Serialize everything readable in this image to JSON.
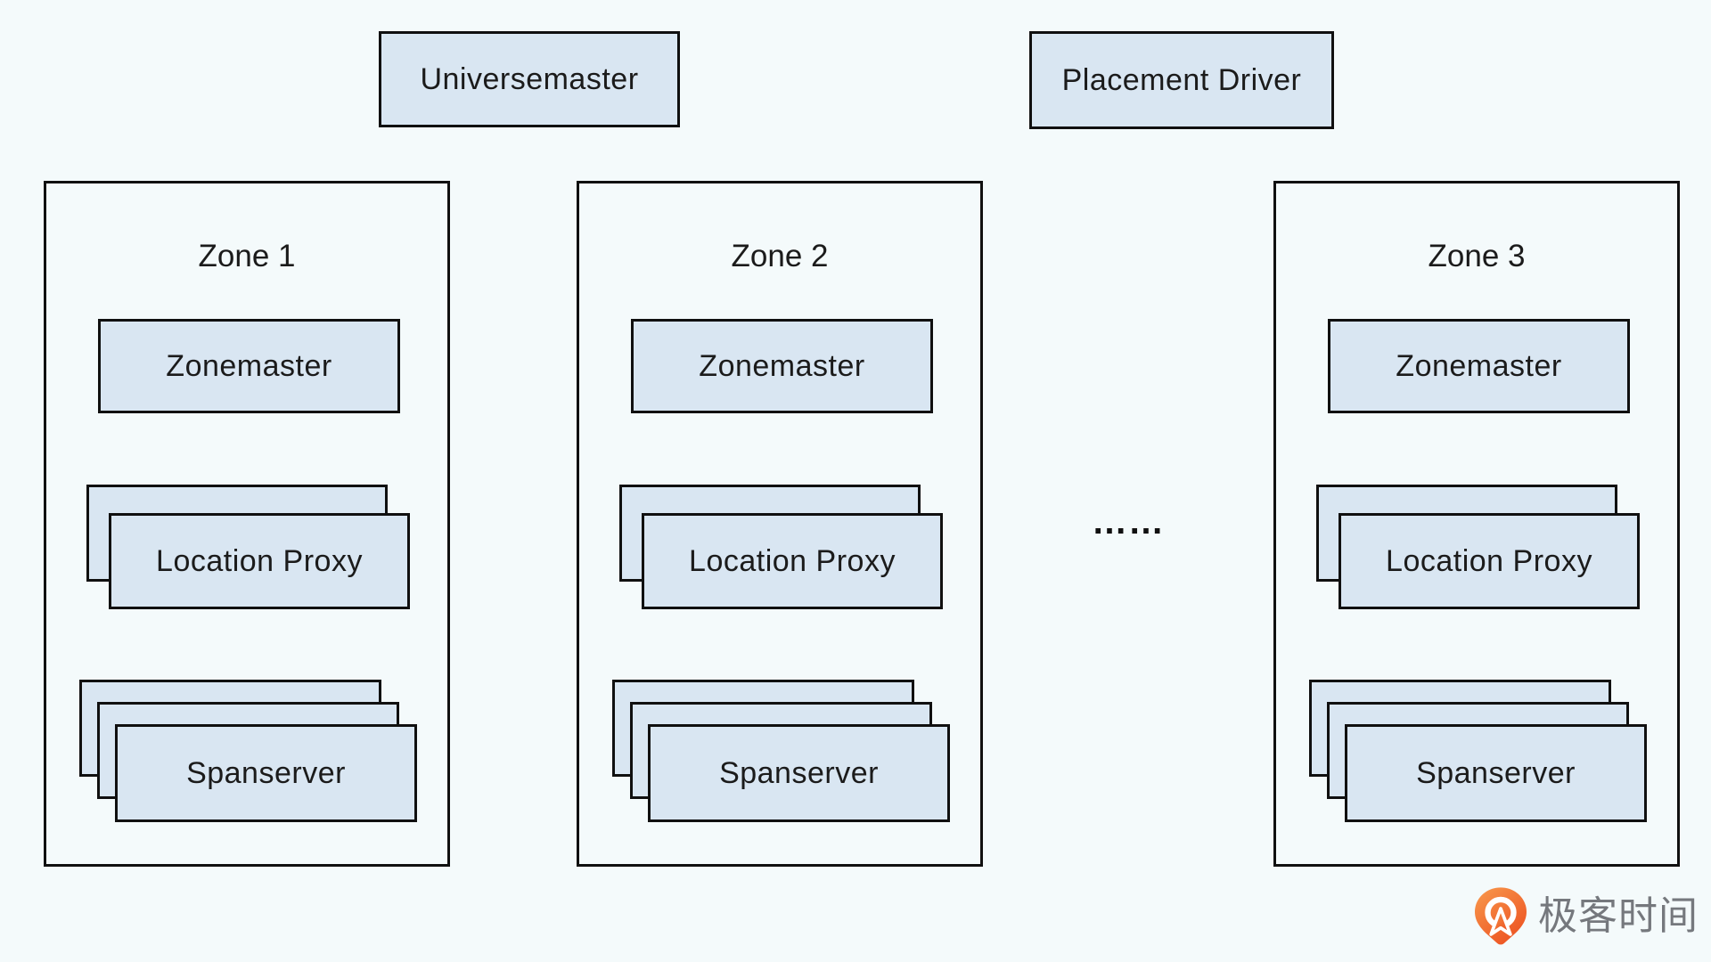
{
  "canvas": {
    "background_color": "#f4fafb",
    "box_fill_color": "#d9e6f2",
    "border_color": "#101010",
    "text_color": "#1b1b1b"
  },
  "top_boxes": {
    "universemaster": {
      "label": "Universemaster"
    },
    "placement_driver": {
      "label": "Placement Driver"
    }
  },
  "zones": [
    {
      "title": "Zone 1",
      "zonemaster_label": "Zonemaster",
      "location_proxy_label": "Location Proxy",
      "spanserver_label": "Spanserver"
    },
    {
      "title": "Zone 2",
      "zonemaster_label": "Zonemaster",
      "location_proxy_label": "Location Proxy",
      "spanserver_label": "Spanserver"
    },
    {
      "title": "Zone 3",
      "zonemaster_label": "Zonemaster",
      "location_proxy_label": "Location Proxy",
      "spanserver_label": "Spanserver"
    }
  ],
  "connector": {
    "ellipsis": "……"
  },
  "watermark": {
    "brand_text": "极客时间",
    "icon": "geektime-pin-icon",
    "icon_color_top": "#f89a4d",
    "icon_color_bottom": "#ed5322",
    "text_color": "#75787d"
  }
}
